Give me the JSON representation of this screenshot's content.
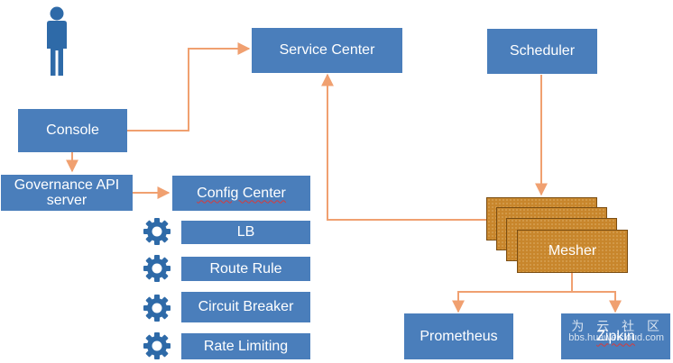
{
  "nodes": {
    "console": "Console",
    "governance_api_server": "Governance API server",
    "service_center": "Service Center",
    "scheduler": "Scheduler",
    "config_center": "Config Center",
    "lb": "LB",
    "route_rule": "Route Rule",
    "circuit_breaker": "Circuit Breaker",
    "rate_limiting": "Rate Limiting",
    "mesher": "Mesher",
    "prometheus": "Prometheus",
    "zipkin": "Zipkin"
  },
  "icons": {
    "user": "person-icon",
    "gear": "gear-icon"
  },
  "colors": {
    "box": "#4a7ebb",
    "mesher": "#c8862c",
    "arrow": "#f0a070",
    "person": "#2e6aa8"
  },
  "watermark": {
    "cn": "华 为 云 社 区",
    "url": "bbs.huaweicloud.com"
  }
}
